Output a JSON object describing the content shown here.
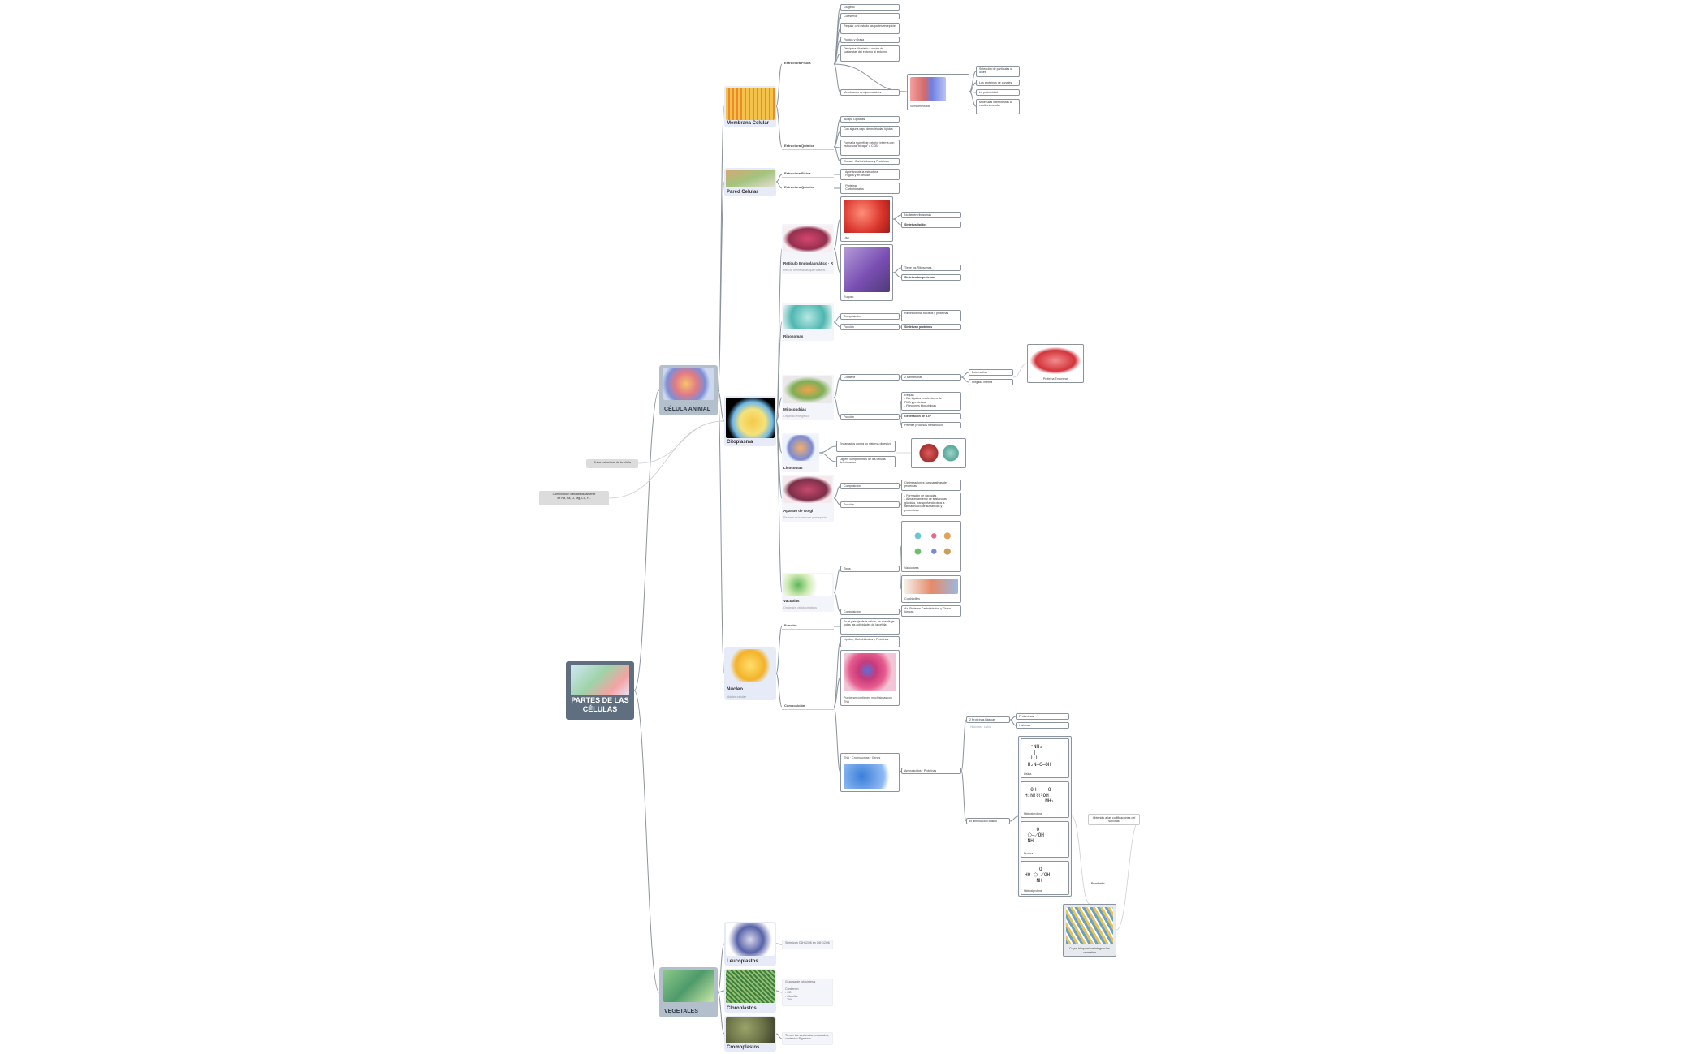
{
  "root": {
    "label": "PARTES DE LAS\nCÉLULAS"
  },
  "floating": {
    "composicion": "Composición casi absolutamente\nde Na, Ka, O, Mg, Cu, F...",
    "unidad": "Única estructural de la célula"
  },
  "animal": {
    "label": "CÉLULA ANIMAL",
    "membrana": {
      "label": "Membrana Celular",
      "fisicas": "Estructura Física",
      "fisicas_items": [
        "Glúgeno",
        "Colesterol",
        "Regular o ni estado las partes recepción",
        "Fluidos y Grasa",
        "Disciplina Nivelado a sector de sustancias del entorno al entorno",
        "Membranas semipermeables"
      ],
      "pic_label": "Semipermeable",
      "pic_items": [
        "Selección de partículas o iones",
        "Las proteínas de canales",
        "La proteinidad",
        "Moléculas interpuestas al equilibrio celular"
      ],
      "extra_item": "Bicapa Lipídicas",
      "quimicas": "Estructura Química",
      "quimicas_items": [
        "Con alguna capa de moléculas lípidos",
        "Forma la superficie exterior interna con estructura \"bicapa\" a CCB",
        "Grasa + Carbohidratos y Proteínas"
      ]
    },
    "pared": {
      "label": "Pared Celular",
      "fisicas": "Estructura Física",
      "fisicas_item": "- Aportándote la estructura\n- Rígida y en celular",
      "quimicas": "Estructura Química",
      "quimicas_item": "- Proteína\n- Carbohidratos"
    },
    "citoplasma": {
      "label": "Citoplasma",
      "reticulo": {
        "label": "Retículo Endoplasmático · R",
        "sub": "Red de membranas que rodea el...",
        "liso": "Liso",
        "rugoso": "Rugoso",
        "liso_items": [
          "No tienen ribosomas",
          "Sintetiza lípidos"
        ],
        "rugoso_items": [
          "Tiene los Ribosomas",
          "Sintetiza las proteínas"
        ]
      },
      "ribosomas": {
        "label": "Ribosomas",
        "composicion": "Composición",
        "composicion_item": "Ribonucleína, bucleos y proteínas",
        "funcion": "Función",
        "funcion_item": "Sintetizan proteínas"
      },
      "mitocondrias": {
        "label": "Mitocondrias",
        "sub": "Orgánulo energético",
        "contiene": "Contiene",
        "contiene_item": "2 Membranas",
        "membranas": [
          "Externa lisa",
          "Plegada interna"
        ],
        "pic_label": "Proteína Encontrar",
        "funcion": "Función",
        "funcion_items": [
          "Regula:\n - Ba. Lípidos recolectores de\nPMA y proteínas\n - Funciones bioquímicas",
          "Generación de ATP",
          "Permite procesos metabólicos"
        ]
      },
      "lisosomas": {
        "label": "Lisosomas",
        "items": [
          "Encargados contra un sistema digestivo",
          "Digiere componentes de las células deterioradas"
        ]
      },
      "golgi": {
        "label": "Aparato de Golgi",
        "sub": "Sistema de transporte y recepción",
        "composicion": "Composición",
        "composicion_item": "Optimizaciones comparativas de proteínas",
        "funcion": "Función",
        "funcion_item": "- Formación de vacuolas\n- Almacenamiento de sustancias\nglúcidas, transportando otros a\nfarmacéutico de sustancias y\nproteínicas"
      },
      "vacuolas": {
        "label": "Vacuolas",
        "sub": "Orgánulos citoplasmáticos",
        "tipos": "Tipos",
        "tipo1": "Vacuolares",
        "tipo2": "Contráctiles",
        "composicion": "Composición",
        "composicion_item": "Ax. Proteína Carbohidratos y Grasa Iónicas"
      }
    },
    "nucleo": {
      "label": "Núcleo",
      "sub": "Núcleo celular",
      "funcion": "Función",
      "funcion_item": "En el paisaje de la célula, un que dirige todas las actividades de la célula",
      "composicion": "Composición",
      "comp_item1": "Lípidos, Carbohidratos y Proteínas",
      "comp_pic": "Puede ser contienen muchísimas con TNA",
      "adn": "TNA · Cromosomas · Genes",
      "proteinas": "2 Proteínas Básicas",
      "proteinas_sub": "Histonas · Lisina",
      "proteinas_items": [
        "Protaminas",
        "Histonas"
      ],
      "aminoacidos": "Aminoácidos · Proteínas",
      "ciclo": "El aminoácido básico",
      "moleculas": [
        "Lisina",
        "Hidroxiprolina",
        "Prolina",
        "Hidroxiprolina"
      ],
      "dna_label": "Cuyos bioquímicos integran los cromatina",
      "dna_tag": "Enrollado",
      "callout": "Obtenido a las codificaciones del sarcinas"
    }
  },
  "vegetales": {
    "label": "VEGETALES",
    "leucoplastos": {
      "label": "Leucoplastos",
      "item": "Sintetizan C6H12O6 en C6H12O6"
    },
    "cloroplastos": {
      "label": "Cloroplastos",
      "item": "Glucosa de fotosíntesis\n\nContienen:\n- CO\n- Clorofila\n- TNA"
    },
    "cromoplastos": {
      "label": "Cromoplastos",
      "item": "Tienen las sustancias personales, contenido Pigmento"
    }
  },
  "colors": {
    "root": "#5f6f7f",
    "category": "#b3c0cc",
    "component": "#e7ebf8",
    "line": "#8b949c"
  }
}
